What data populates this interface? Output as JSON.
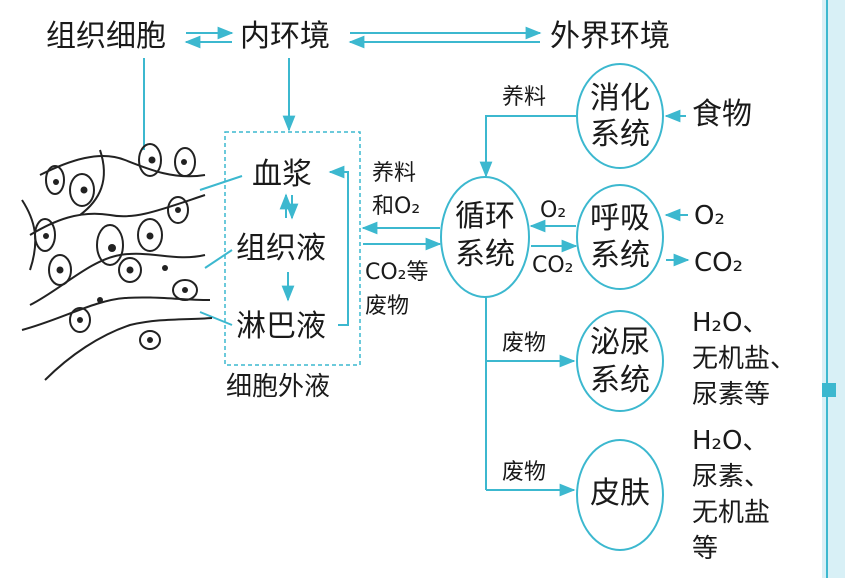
{
  "colors": {
    "accent": "#3cb8cf",
    "text": "#1a1a1a",
    "tissue_stroke": "#222222"
  },
  "top_row": {
    "tissue_cells": "组织细胞",
    "internal_env": "内环境",
    "external_env": "外界环境"
  },
  "ecf": {
    "plasma": "血浆",
    "tissue_fluid": "组织液",
    "lymph": "淋巴液",
    "label": "细胞外液"
  },
  "exchange": {
    "in_line1": "养料",
    "in_line2": "和O₂",
    "out_line1": "CO₂等",
    "out_line2": "废物"
  },
  "systems": {
    "circulatory_1": "循环",
    "circulatory_2": "系统",
    "digestive_1": "消化",
    "digestive_2": "系统",
    "respiratory_1": "呼吸",
    "respiratory_2": "系统",
    "urinary_1": "泌尿",
    "urinary_2": "系统",
    "skin": "皮肤"
  },
  "flows": {
    "nutrients": "养料",
    "food": "食物",
    "o2_to_circ": "O₂",
    "co2_from_circ": "CO₂",
    "o2_in": "O₂",
    "co2_out": "CO₂",
    "waste_urinary": "废物",
    "waste_skin": "废物"
  },
  "outputs": {
    "urinary_1": "H₂O、",
    "urinary_2": "无机盐、",
    "urinary_3": "尿素等",
    "skin_1": "H₂O、",
    "skin_2": "尿素、",
    "skin_3": "无机盐",
    "skin_4": "等"
  }
}
